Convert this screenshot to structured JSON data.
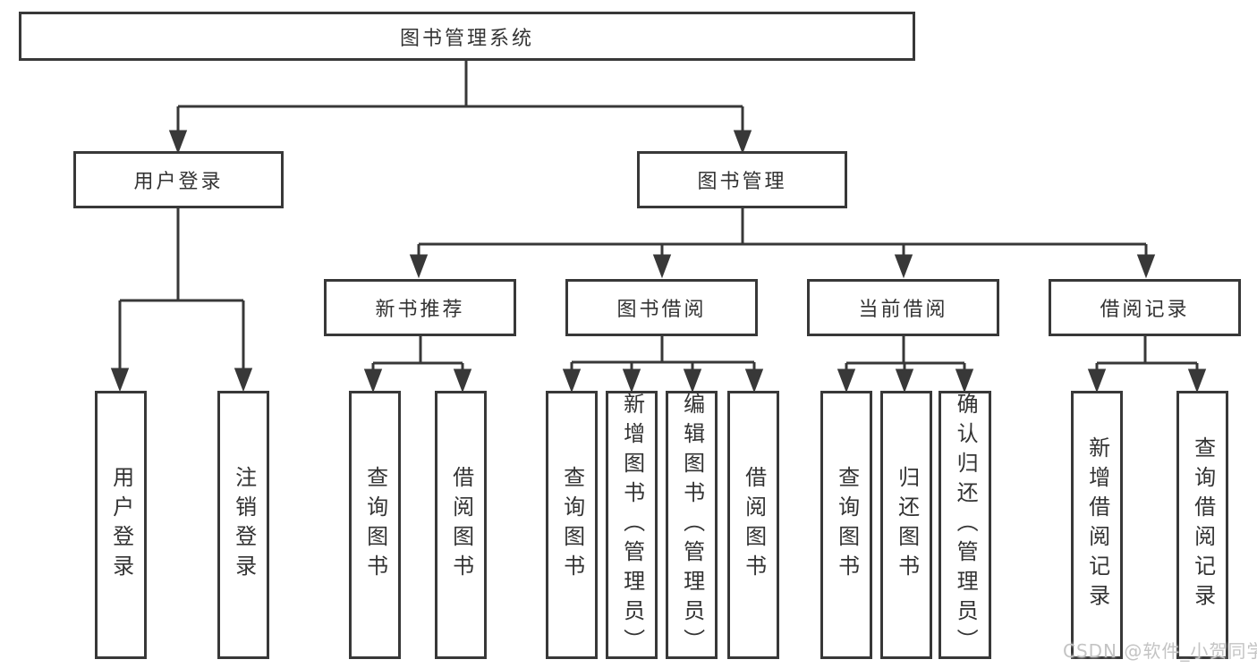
{
  "tree": {
    "label": "图书管理系统",
    "children": [
      {
        "label": "用户登录",
        "children": [
          {
            "label": "用户登录"
          },
          {
            "label": "注销登录"
          }
        ]
      },
      {
        "label": "图书管理",
        "children": [
          {
            "label": "新书推荐",
            "children": [
              {
                "label": "查询图书"
              },
              {
                "label": "借阅图书"
              }
            ]
          },
          {
            "label": "图书借阅",
            "children": [
              {
                "label": "查询图书"
              },
              {
                "label": "新增图书（管理员）"
              },
              {
                "label": "编辑图书（管理员）"
              },
              {
                "label": "借阅图书"
              }
            ]
          },
          {
            "label": "当前借阅",
            "children": [
              {
                "label": "查询图书"
              },
              {
                "label": "归还图书"
              },
              {
                "label": "确认归还（管理员）"
              }
            ]
          },
          {
            "label": "借阅记录",
            "children": [
              {
                "label": "新增借阅记录"
              },
              {
                "label": "查询借阅记录"
              }
            ]
          }
        ]
      }
    ]
  },
  "watermark": {
    "label": "CSDN @软件_小贺同学"
  },
  "colors": {
    "line": "#383838",
    "box_border": "#383838",
    "text": "#333333",
    "background": "#ffffff",
    "watermark_text": "#c4c4c4"
  }
}
